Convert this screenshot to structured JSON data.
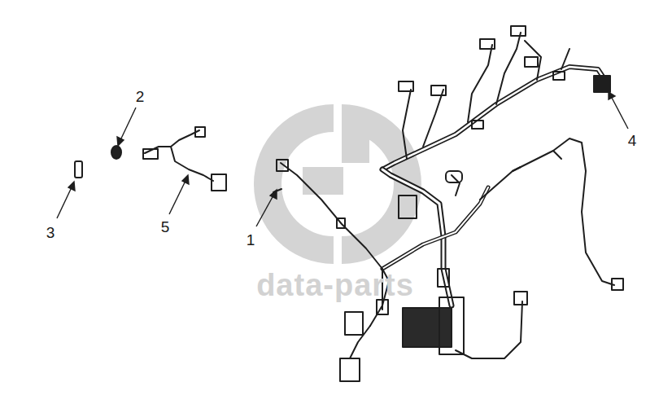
{
  "diagram": {
    "labels": [
      "2",
      "3",
      "5",
      "1",
      "4",
      "data-parts"
    ]
  }
}
